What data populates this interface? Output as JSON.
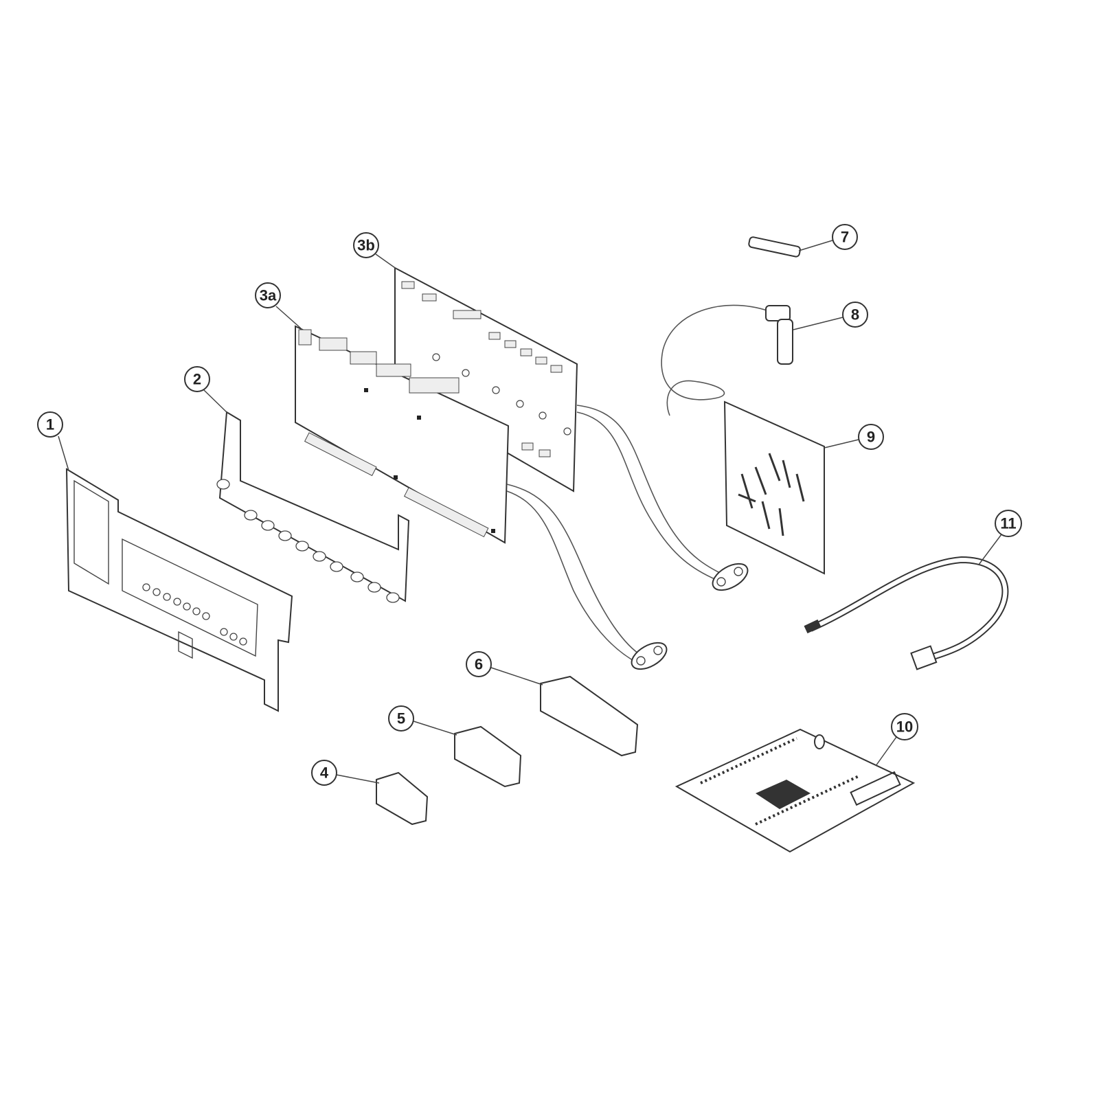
{
  "diagram": {
    "type": "exploded-parts-diagram",
    "callouts": [
      "1",
      "2",
      "3a",
      "3b",
      "4",
      "5",
      "6",
      "7",
      "8",
      "9",
      "10",
      "11"
    ]
  }
}
